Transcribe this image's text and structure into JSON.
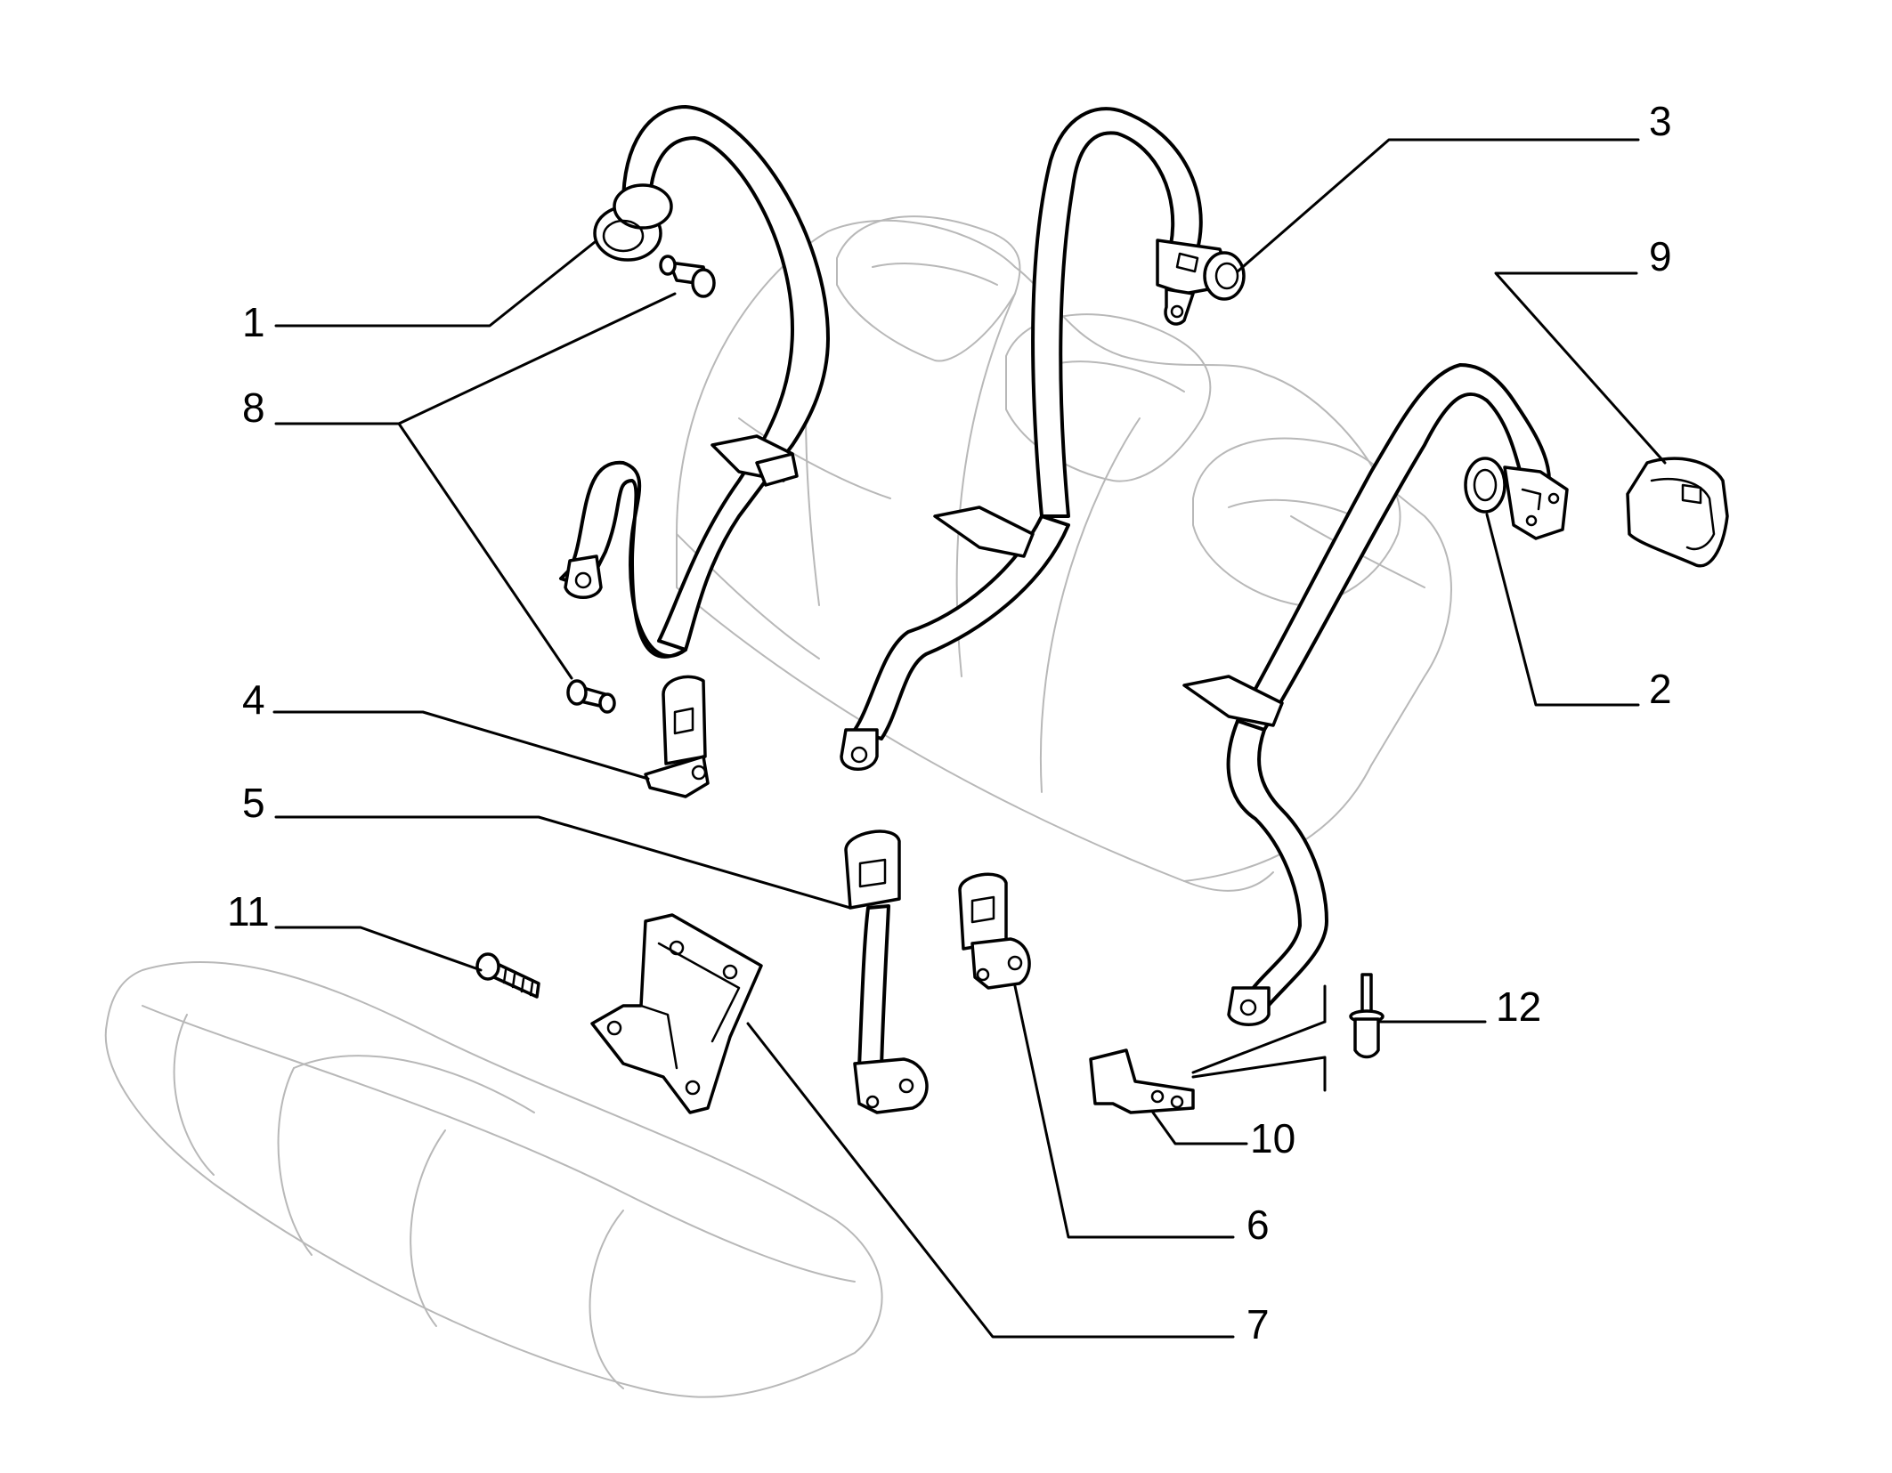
{
  "callouts": [
    {
      "id": "1",
      "label": "1"
    },
    {
      "id": "2",
      "label": "2"
    },
    {
      "id": "3",
      "label": "3"
    },
    {
      "id": "4",
      "label": "4"
    },
    {
      "id": "5",
      "label": "5"
    },
    {
      "id": "6",
      "label": "6"
    },
    {
      "id": "7",
      "label": "7"
    },
    {
      "id": "8",
      "label": "8"
    },
    {
      "id": "9",
      "label": "9"
    },
    {
      "id": "10",
      "label": "10"
    },
    {
      "id": "11",
      "label": "11"
    },
    {
      "id": "12",
      "label": "12"
    }
  ],
  "colors": {
    "line": "#000000",
    "seat_outline": "#b8b8b8",
    "background": "#ffffff"
  }
}
